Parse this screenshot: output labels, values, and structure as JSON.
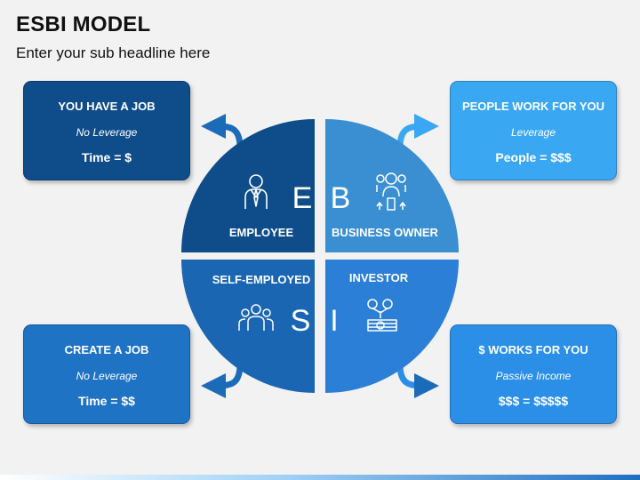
{
  "header": {
    "title": "ESBI MODEL",
    "subtitle": "Enter your sub headline here"
  },
  "quadrants": {
    "e": {
      "letter": "E",
      "label": "EMPLOYEE",
      "icon": "employee-icon"
    },
    "b": {
      "letter": "B",
      "label": "BUSINESS OWNER",
      "icon": "business-owner-icon"
    },
    "s": {
      "letter": "S",
      "label": "SELF-EMPLOYED",
      "icon": "team-icon"
    },
    "i": {
      "letter": "I",
      "label": "INVESTOR",
      "icon": "money-plant-icon"
    }
  },
  "cards": {
    "top_left": {
      "title": "YOU HAVE A JOB",
      "subtitle": "No Leverage",
      "value": "Time = $"
    },
    "top_right": {
      "title": "PEOPLE WORK FOR YOU",
      "subtitle": "Leverage",
      "value": "People = $$$"
    },
    "bottom_left": {
      "title": "CREATE A JOB",
      "subtitle": "No Leverage",
      "value": "Time = $$"
    },
    "bottom_right": {
      "title": "$ WORKS FOR YOU",
      "subtitle": "Passive Income",
      "value": "$$$ = $$$$$"
    }
  },
  "colors": {
    "employee": "#0f4d8a",
    "business_owner": "#3a8fd2",
    "self_employed": "#1b66b2",
    "investor": "#2c7fd6",
    "background": "#f2f2f2"
  }
}
